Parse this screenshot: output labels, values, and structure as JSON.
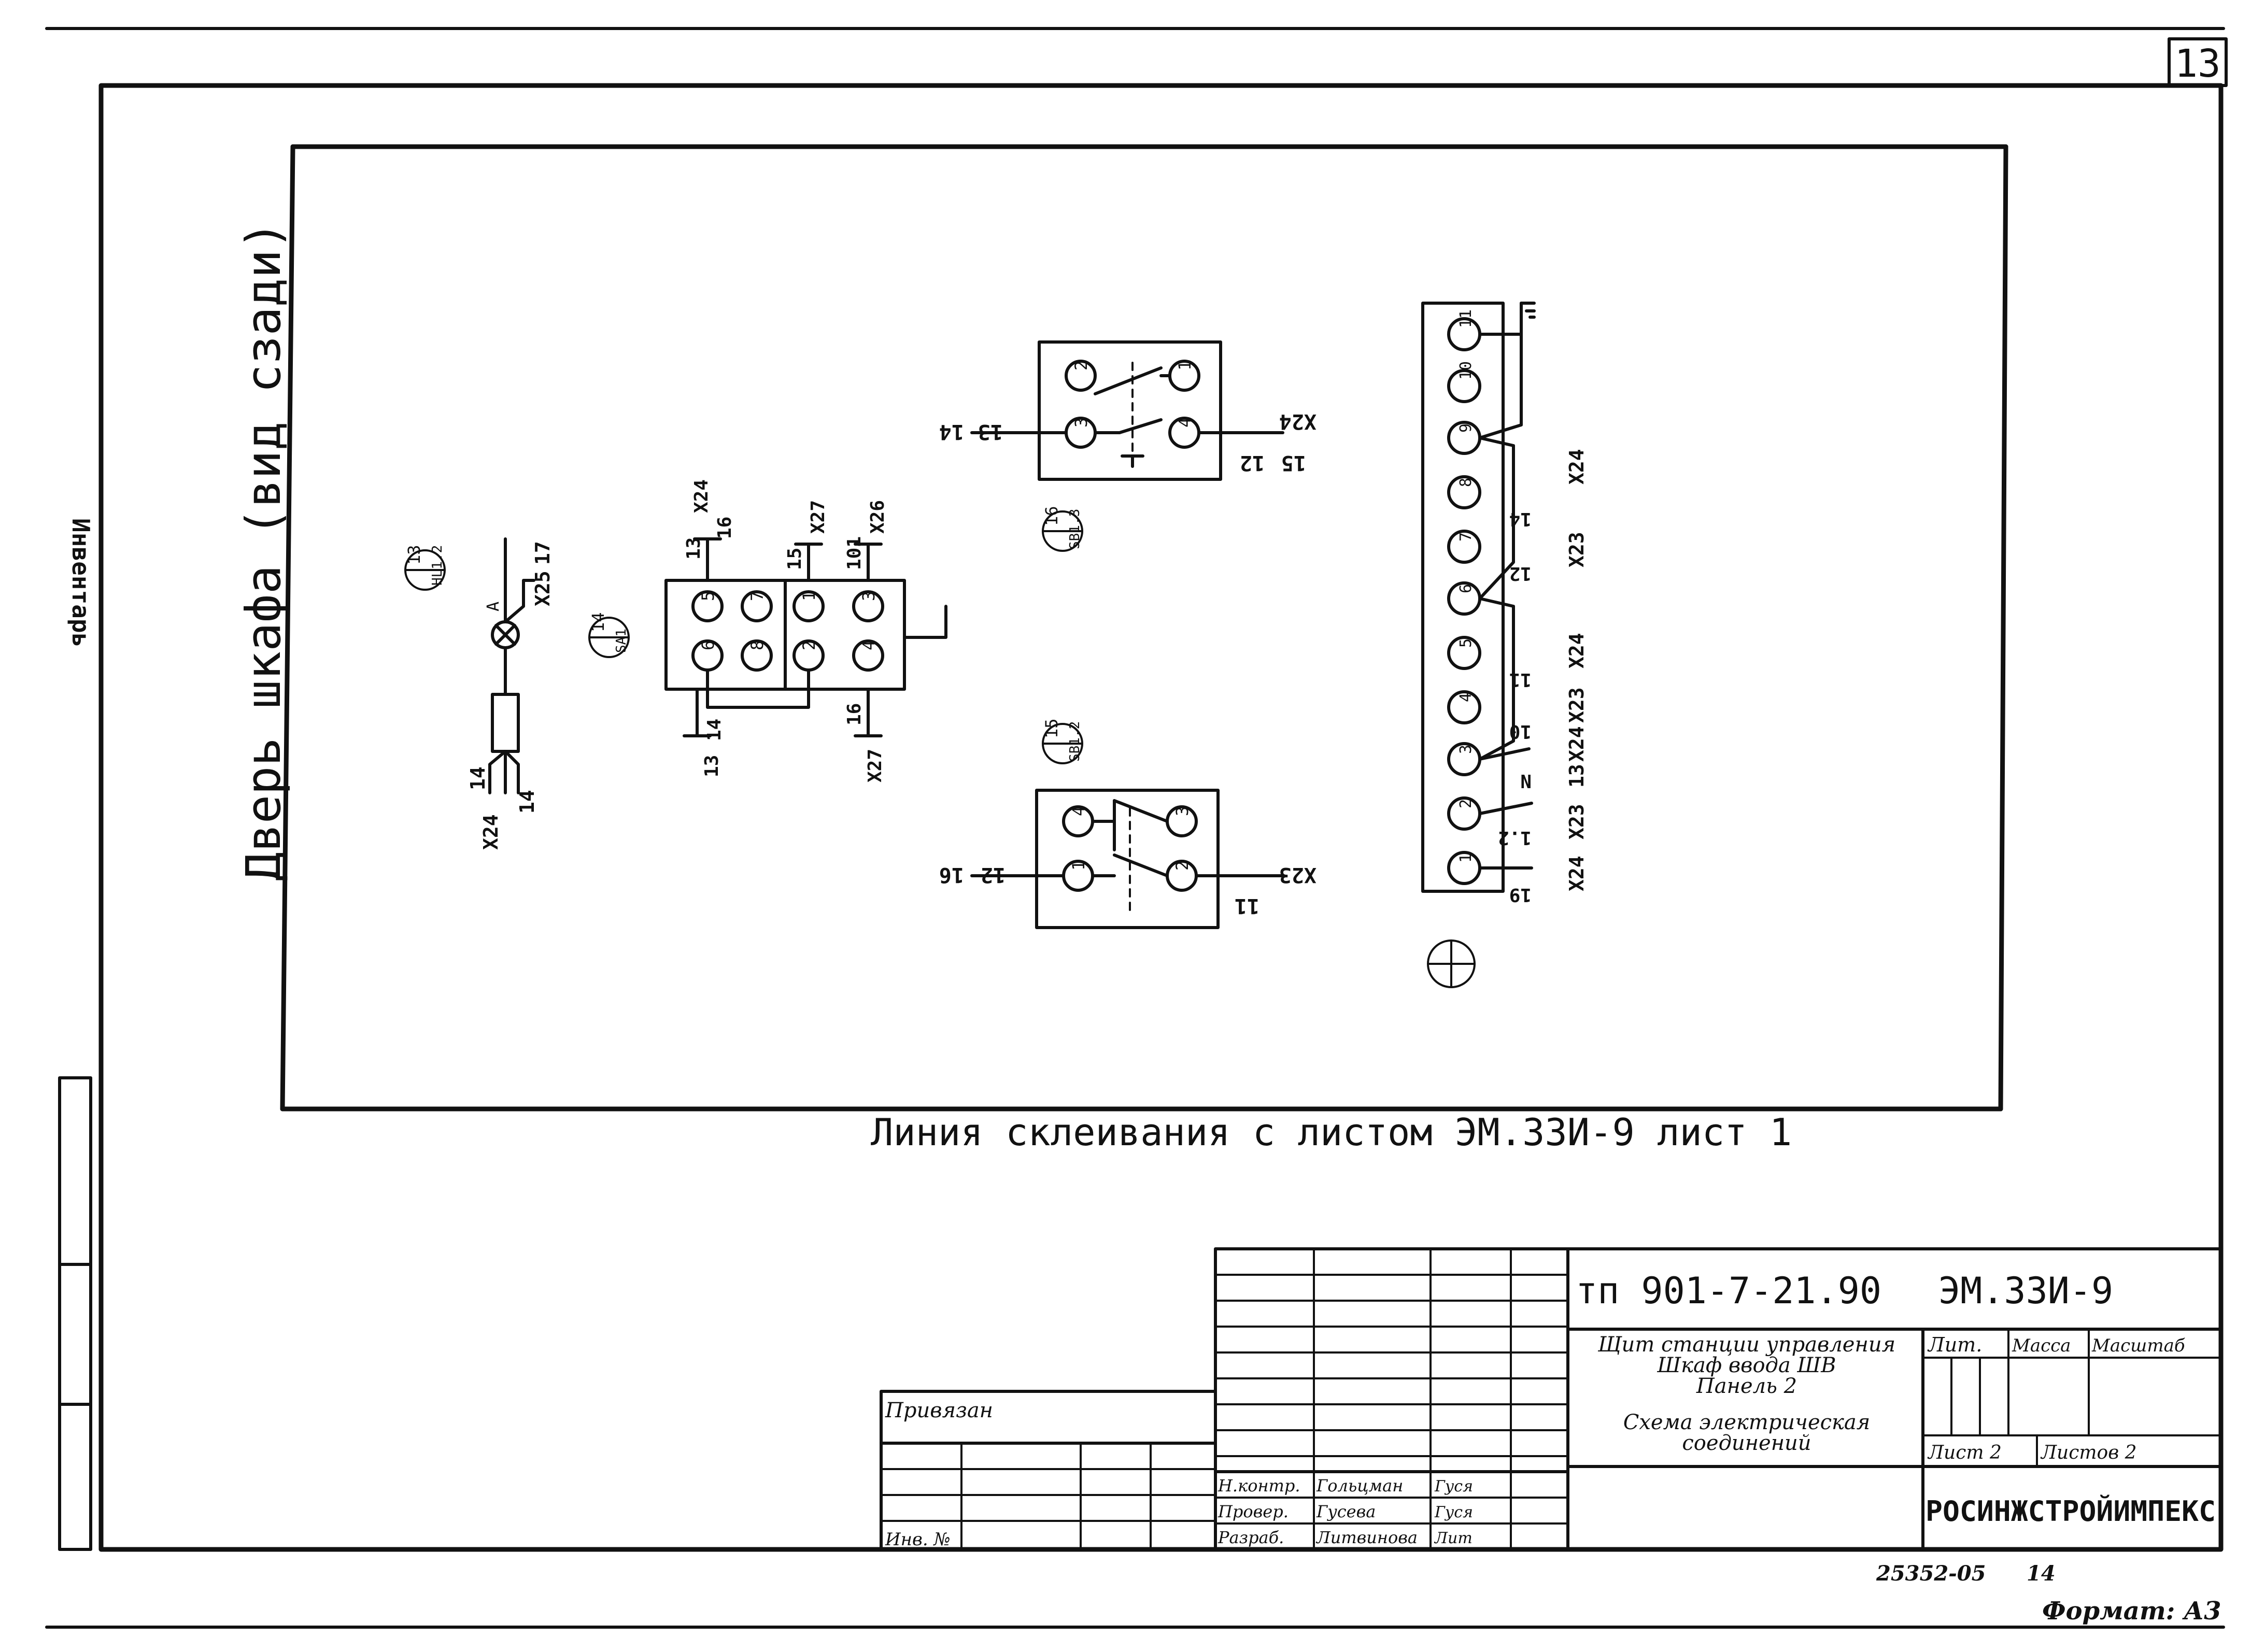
{
  "sheet_number": "13",
  "side_note": "Инвентарь",
  "door_title": "Дверь шкафа (вид сзади)",
  "glue_line": "Линия склеивания с листом ЭМ.33И-9 лист 1",
  "format_label": "Формат: А3",
  "archive_number": "25352-05",
  "archive_sheet": "14",
  "lamp": {
    "ref_num": "13",
    "ref_label": "HL1.2",
    "wire_top": "X25",
    "wire_top_id": "17",
    "lead_label": "A",
    "wire_bot": "X24",
    "wire_bot_id": "14",
    "wire_bot_id2": "14"
  },
  "switch_sa": {
    "ref_num": "14",
    "ref_label": "SA1",
    "top_wires": [
      "13",
      "X24",
      "16",
      "15",
      "X27",
      "101",
      "X26"
    ],
    "bottom_wires": [
      "14",
      "13",
      "16",
      "X27"
    ],
    "terminals_top": [
      "5",
      "7",
      "1",
      "3"
    ],
    "terminals_bot": [
      "6",
      "8",
      "2",
      "4"
    ]
  },
  "button_top": {
    "ref_num": "16",
    "ref_label": "SB1.3",
    "terminals": [
      "2",
      "1",
      "3",
      "4"
    ],
    "left_wires": [
      "13",
      "14"
    ],
    "right_wires": [
      "12",
      "15",
      "X24"
    ]
  },
  "button_bot": {
    "ref_num": "15",
    "ref_label": "SB1.2",
    "terminals": [
      "4",
      "3",
      "1",
      "2"
    ],
    "left_wires": [
      "12",
      "16"
    ],
    "right_wires": [
      "11",
      "X23"
    ]
  },
  "terminal_block": {
    "terminals": [
      "11",
      "10",
      "9",
      "8",
      "7",
      "6",
      "5",
      "4",
      "3",
      "2",
      "1"
    ],
    "wire_ids": [
      "14",
      "12",
      "11",
      "10",
      "N",
      "1.2",
      "19"
    ],
    "wire_targets": [
      "X24",
      "X23",
      "X24",
      "X23",
      "X24",
      "13",
      "X23",
      "X24"
    ]
  },
  "title_block": {
    "doc_code": "тп 901-7-21.90",
    "sheet_code": "ЭМ.33И-9",
    "desc": [
      "Щит станции управления",
      "Шкаф ввода ШВ",
      "Панель 2",
      "Схема электрическая",
      "соединений"
    ],
    "lit": "Лит.",
    "mass": "Масса",
    "scale": "Масштаб",
    "sheet": "Лист 2",
    "sheets": "Листов 2",
    "org": "РОСИНЖСТРОЙИМПЕКС",
    "privyazan": "Привязан",
    "inv": "Инв. №",
    "roles": [
      "Н.контр.",
      "Провер.",
      "Разраб."
    ],
    "names": [
      "Гольцман",
      "Гусева",
      "Литвинова"
    ],
    "signs": [
      "Гуся",
      "Гуся",
      "Лит"
    ]
  }
}
